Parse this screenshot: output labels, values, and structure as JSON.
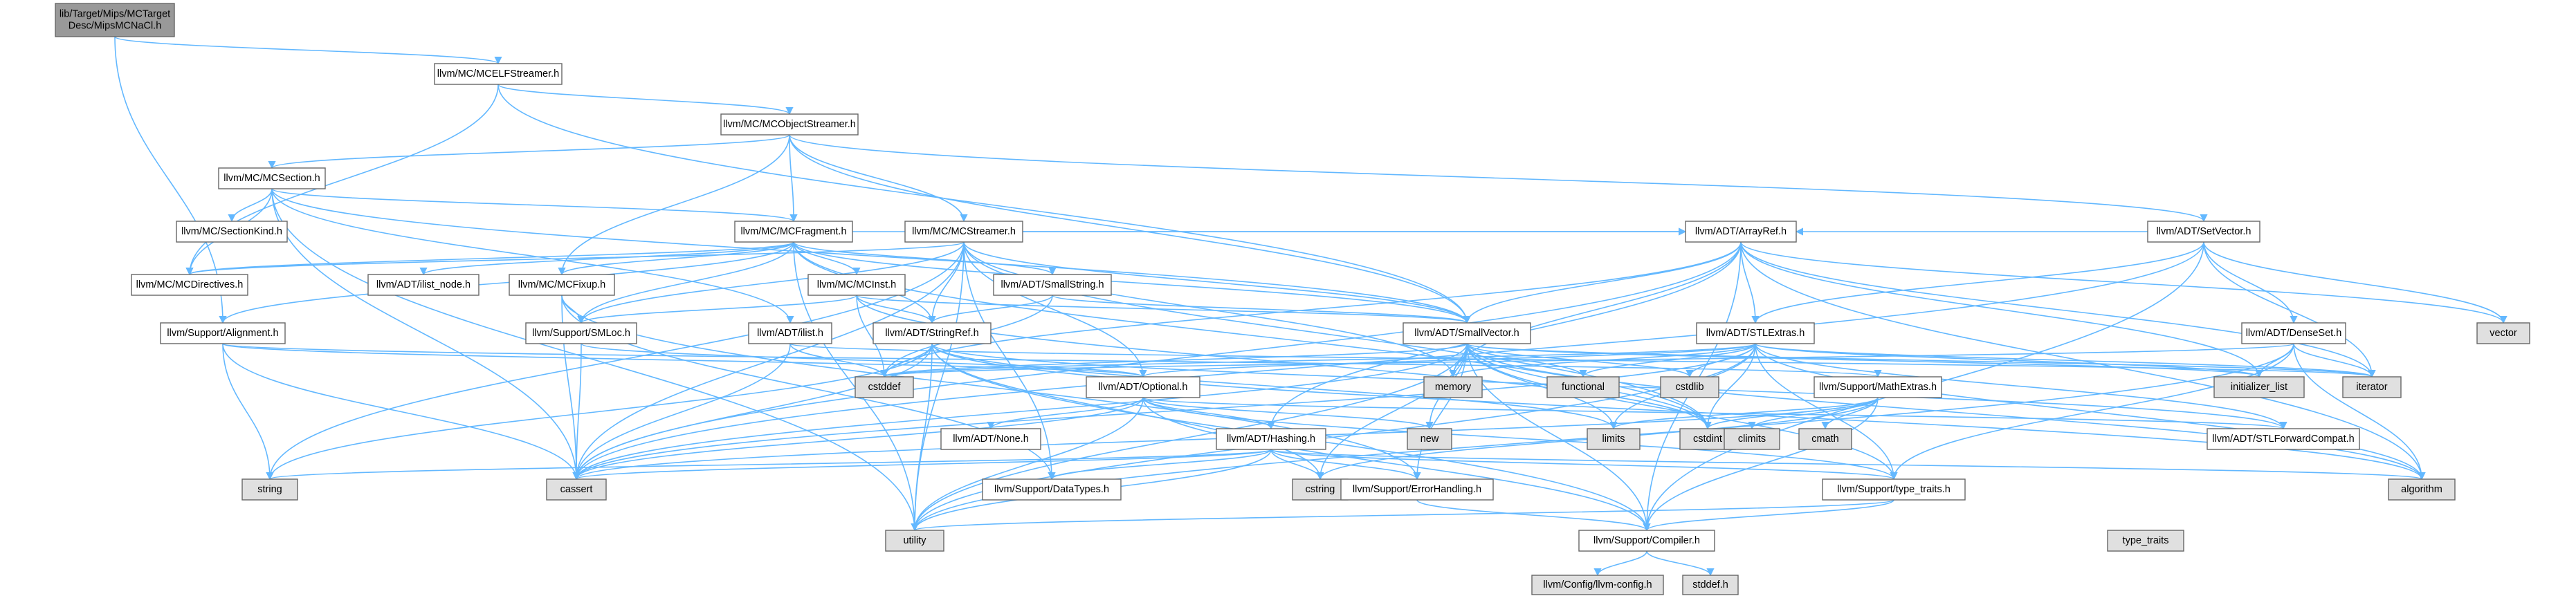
{
  "colors": {
    "edge": "#63b8ff",
    "node_fill": "#ffffff",
    "node_stroke": "#666666",
    "root_fill": "#999999",
    "missing_fill": "#e0e0e0",
    "missing_stroke": "#999999",
    "red_stroke": "#ff0000",
    "text": "#000000"
  },
  "nodes": [
    {
      "id": "root",
      "lines": [
        "lib/Target/Mips/MCTarget",
        "Desc/MipsMCNaCl.h"
      ],
      "kind": "root"
    },
    {
      "id": "mcelf",
      "lines": [
        "llvm/MC/MCELFStreamer.h"
      ],
      "kind": "normal"
    },
    {
      "id": "mcobj",
      "lines": [
        "llvm/MC/MCObjectStreamer.h"
      ],
      "kind": "normal"
    },
    {
      "id": "mcsection",
      "lines": [
        "llvm/MC/MCSection.h"
      ],
      "kind": "normal"
    },
    {
      "id": "mcfragment",
      "lines": [
        "llvm/MC/MCFragment.h"
      ],
      "kind": "normal"
    },
    {
      "id": "mcstreamer",
      "lines": [
        "llvm/MC/MCStreamer.h"
      ],
      "kind": "red"
    },
    {
      "id": "setvector",
      "lines": [
        "llvm/ADT/SetVector.h"
      ],
      "kind": "normal"
    },
    {
      "id": "sectionkind",
      "lines": [
        "llvm/MC/SectionKind.h"
      ],
      "kind": "normal"
    },
    {
      "id": "mcdirectives",
      "lines": [
        "llvm/MC/MCDirectives.h"
      ],
      "kind": "normal"
    },
    {
      "id": "ilistnode",
      "lines": [
        "llvm/ADT/ilist_node.h"
      ],
      "kind": "red"
    },
    {
      "id": "mcfixup",
      "lines": [
        "llvm/MC/MCFixup.h"
      ],
      "kind": "normal"
    },
    {
      "id": "mcinst",
      "lines": [
        "llvm/MC/MCInst.h"
      ],
      "kind": "red"
    },
    {
      "id": "smallstring",
      "lines": [
        "llvm/ADT/SmallString.h"
      ],
      "kind": "normal"
    },
    {
      "id": "arrayref",
      "lines": [
        "llvm/ADT/ArrayRef.h"
      ],
      "kind": "red"
    },
    {
      "id": "alignment",
      "lines": [
        "llvm/Support/Alignment.h"
      ],
      "kind": "normal"
    },
    {
      "id": "smloc",
      "lines": [
        "llvm/Support/SMLoc.h"
      ],
      "kind": "normal"
    },
    {
      "id": "ilist",
      "lines": [
        "llvm/ADT/ilist.h"
      ],
      "kind": "red"
    },
    {
      "id": "stringref",
      "lines": [
        "llvm/ADT/StringRef.h"
      ],
      "kind": "red"
    },
    {
      "id": "smallvector",
      "lines": [
        "llvm/ADT/SmallVector.h"
      ],
      "kind": "normal"
    },
    {
      "id": "stlextras",
      "lines": [
        "llvm/ADT/STLExtras.h"
      ],
      "kind": "red"
    },
    {
      "id": "denseset",
      "lines": [
        "llvm/ADT/DenseSet.h"
      ],
      "kind": "red"
    },
    {
      "id": "vector",
      "lines": [
        "vector"
      ],
      "kind": "missing"
    },
    {
      "id": "cstddef",
      "lines": [
        "cstddef"
      ],
      "kind": "missing"
    },
    {
      "id": "optional",
      "lines": [
        "llvm/ADT/Optional.h"
      ],
      "kind": "normal"
    },
    {
      "id": "memory",
      "lines": [
        "memory"
      ],
      "kind": "missing"
    },
    {
      "id": "functional",
      "lines": [
        "functional"
      ],
      "kind": "missing"
    },
    {
      "id": "cstdlib",
      "lines": [
        "cstdlib"
      ],
      "kind": "missing"
    },
    {
      "id": "initlist",
      "lines": [
        "initializer_list"
      ],
      "kind": "missing"
    },
    {
      "id": "iterator",
      "lines": [
        "iterator"
      ],
      "kind": "missing"
    },
    {
      "id": "mathextras",
      "lines": [
        "llvm/Support/MathExtras.h"
      ],
      "kind": "normal"
    },
    {
      "id": "none",
      "lines": [
        "llvm/ADT/None.h"
      ],
      "kind": "normal"
    },
    {
      "id": "hashing",
      "lines": [
        "llvm/ADT/Hashing.h"
      ],
      "kind": "red"
    },
    {
      "id": "new",
      "lines": [
        "new"
      ],
      "kind": "missing"
    },
    {
      "id": "limits",
      "lines": [
        "limits"
      ],
      "kind": "missing"
    },
    {
      "id": "cstdint",
      "lines": [
        "cstdint"
      ],
      "kind": "missing"
    },
    {
      "id": "climits",
      "lines": [
        "climits"
      ],
      "kind": "missing"
    },
    {
      "id": "cmath",
      "lines": [
        "cmath"
      ],
      "kind": "missing"
    },
    {
      "id": "stlfwd",
      "lines": [
        "llvm/ADT/STLForwardCompat.h"
      ],
      "kind": "normal"
    },
    {
      "id": "string",
      "lines": [
        "string"
      ],
      "kind": "missing"
    },
    {
      "id": "cassert",
      "lines": [
        "cassert"
      ],
      "kind": "missing"
    },
    {
      "id": "datatypes",
      "lines": [
        "llvm/Support/DataTypes.h"
      ],
      "kind": "red"
    },
    {
      "id": "cstring",
      "lines": [
        "cstring"
      ],
      "kind": "missing"
    },
    {
      "id": "errorhandling",
      "lines": [
        "llvm/Support/ErrorHandling.h"
      ],
      "kind": "normal"
    },
    {
      "id": "typetraits_llvm",
      "lines": [
        "llvm/Support/type_traits.h"
      ],
      "kind": "normal"
    },
    {
      "id": "algorithm",
      "lines": [
        "algorithm"
      ],
      "kind": "missing"
    },
    {
      "id": "utility",
      "lines": [
        "utility"
      ],
      "kind": "missing"
    },
    {
      "id": "compiler",
      "lines": [
        "llvm/Support/Compiler.h"
      ],
      "kind": "normal"
    },
    {
      "id": "typetraits",
      "lines": [
        "type_traits"
      ],
      "kind": "missing"
    },
    {
      "id": "llvmconfig",
      "lines": [
        "llvm/Config/llvm-config.h"
      ],
      "kind": "missing"
    },
    {
      "id": "stddef",
      "lines": [
        "stddef.h"
      ],
      "kind": "missing"
    }
  ],
  "edges": [
    [
      "root",
      "mcelf"
    ],
    [
      "root",
      "alignment"
    ],
    [
      "mcelf",
      "mcobj"
    ],
    [
      "mcelf",
      "mcdirectives"
    ],
    [
      "mcelf",
      "smallvector"
    ],
    [
      "mcobj",
      "mcsection"
    ],
    [
      "mcobj",
      "mcfragment"
    ],
    [
      "mcobj",
      "mcstreamer"
    ],
    [
      "mcobj",
      "setvector"
    ],
    [
      "mcobj",
      "mcfixup"
    ],
    [
      "mcobj",
      "smallvector"
    ],
    [
      "mcsection",
      "sectionkind"
    ],
    [
      "mcsection",
      "mcdirectives"
    ],
    [
      "mcsection",
      "mcfragment"
    ],
    [
      "mcsection",
      "ilist"
    ],
    [
      "mcsection",
      "smallvector"
    ],
    [
      "mcsection",
      "cassert"
    ],
    [
      "mcsection",
      "utility"
    ],
    [
      "mcfragment",
      "mcdirectives"
    ],
    [
      "mcfragment",
      "ilistnode"
    ],
    [
      "mcfragment",
      "mcfixup"
    ],
    [
      "mcfragment",
      "mcinst"
    ],
    [
      "mcfragment",
      "smallstring"
    ],
    [
      "mcfragment",
      "arrayref"
    ],
    [
      "mcfragment",
      "alignment"
    ],
    [
      "mcfragment",
      "smloc"
    ],
    [
      "mcfragment",
      "stringref"
    ],
    [
      "mcfragment",
      "smallvector"
    ],
    [
      "mcfragment",
      "cstdint"
    ],
    [
      "mcfragment",
      "utility"
    ],
    [
      "mcstreamer",
      "mcdirectives"
    ],
    [
      "mcstreamer",
      "arrayref"
    ],
    [
      "mcstreamer",
      "smallvector"
    ],
    [
      "mcstreamer",
      "stringref"
    ],
    [
      "mcstreamer",
      "optional"
    ],
    [
      "mcstreamer",
      "smloc"
    ],
    [
      "mcstreamer",
      "cassert"
    ],
    [
      "mcstreamer",
      "cstdint"
    ],
    [
      "mcstreamer",
      "memory"
    ],
    [
      "mcstreamer",
      "string"
    ],
    [
      "mcstreamer",
      "utility"
    ],
    [
      "mcstreamer",
      "datatypes"
    ],
    [
      "setvector",
      "arrayref"
    ],
    [
      "setvector",
      "denseset"
    ],
    [
      "setvector",
      "stlextras"
    ],
    [
      "setvector",
      "compiler"
    ],
    [
      "setvector",
      "cassert"
    ],
    [
      "setvector",
      "iterator"
    ],
    [
      "setvector",
      "vector"
    ],
    [
      "mcfixup",
      "smloc"
    ],
    [
      "mcfixup",
      "datatypes"
    ],
    [
      "mcfixup",
      "errorhandling"
    ],
    [
      "mcfixup",
      "cassert"
    ],
    [
      "mcinst",
      "smloc"
    ],
    [
      "mcinst",
      "stringref"
    ],
    [
      "mcinst",
      "smallvector"
    ],
    [
      "mcinst",
      "cstddef"
    ],
    [
      "mcinst",
      "cstdint"
    ],
    [
      "smallstring",
      "stringref"
    ],
    [
      "smallstring",
      "smallvector"
    ],
    [
      "smallstring",
      "cstddef"
    ],
    [
      "arrayref",
      "hashing"
    ],
    [
      "arrayref",
      "smallvector"
    ],
    [
      "arrayref",
      "stlextras"
    ],
    [
      "arrayref",
      "compiler"
    ],
    [
      "arrayref",
      "algorithm"
    ],
    [
      "arrayref",
      "array"
    ],
    [
      "arrayref",
      "cassert"
    ],
    [
      "arrayref",
      "cstddef"
    ],
    [
      "arrayref",
      "initlist"
    ],
    [
      "arrayref",
      "iterator"
    ],
    [
      "arrayref",
      "memory"
    ],
    [
      "arrayref",
      "type_traits"
    ],
    [
      "arrayref",
      "vector"
    ],
    [
      "alignment",
      "mathextras"
    ],
    [
      "alignment",
      "cassert"
    ],
    [
      "alignment",
      "optional"
    ],
    [
      "alignment",
      "string"
    ],
    [
      "smloc",
      "optional"
    ],
    [
      "smloc",
      "cassert"
    ],
    [
      "ilist",
      "cassert"
    ],
    [
      "ilist",
      "cstddef"
    ],
    [
      "ilist",
      "iterator"
    ],
    [
      "stringref",
      "stlfwd"
    ],
    [
      "stringref",
      "compiler"
    ],
    [
      "stringref",
      "algorithm"
    ],
    [
      "stringref",
      "cassert"
    ],
    [
      "stringref",
      "cstddef"
    ],
    [
      "stringref",
      "cstring"
    ],
    [
      "stringref",
      "limits"
    ],
    [
      "stringref",
      "string"
    ],
    [
      "stringref",
      "type_traits"
    ],
    [
      "stringref",
      "utility"
    ],
    [
      "smallvector",
      "compiler"
    ],
    [
      "smallvector",
      "errorhandling"
    ],
    [
      "smallvector",
      "typetraits_llvm"
    ],
    [
      "smallvector",
      "algorithm"
    ],
    [
      "smallvector",
      "cassert"
    ],
    [
      "smallvector",
      "cstddef"
    ],
    [
      "smallvector",
      "cstdlib"
    ],
    [
      "smallvector",
      "cstring"
    ],
    [
      "smallvector",
      "functional"
    ],
    [
      "smallvector",
      "initlist"
    ],
    [
      "smallvector",
      "iterator"
    ],
    [
      "smallvector",
      "limits"
    ],
    [
      "smallvector",
      "memory"
    ],
    [
      "smallvector",
      "new"
    ],
    [
      "smallvector",
      "type_traits"
    ],
    [
      "smallvector",
      "utility"
    ],
    [
      "smallvector",
      "cstdint"
    ],
    [
      "stlextras",
      "optional"
    ],
    [
      "stlextras",
      "stlfwd"
    ],
    [
      "stlextras",
      "typetraits_llvm"
    ],
    [
      "stlextras",
      "algorithm"
    ],
    [
      "stlextras",
      "cassert"
    ],
    [
      "stlextras",
      "cstddef"
    ],
    [
      "stlextras",
      "cstdint"
    ],
    [
      "stlextras",
      "cstdlib"
    ],
    [
      "stlextras",
      "functional"
    ],
    [
      "stlextras",
      "initlist"
    ],
    [
      "stlextras",
      "iterator"
    ],
    [
      "stlextras",
      "limits"
    ],
    [
      "stlextras",
      "memory"
    ],
    [
      "stlextras",
      "type_traits"
    ],
    [
      "stlextras",
      "utility"
    ],
    [
      "denseset",
      "typetraits_llvm"
    ],
    [
      "denseset",
      "algorithm"
    ],
    [
      "denseset",
      "cstddef"
    ],
    [
      "denseset",
      "initlist"
    ],
    [
      "denseset",
      "iterator"
    ],
    [
      "denseset",
      "utility"
    ],
    [
      "optional",
      "none"
    ],
    [
      "optional",
      "hashing"
    ],
    [
      "optional",
      "stlfwd"
    ],
    [
      "optional",
      "compiler"
    ],
    [
      "optional",
      "typetraits_llvm"
    ],
    [
      "optional",
      "cassert"
    ],
    [
      "optional",
      "new"
    ],
    [
      "optional",
      "utility"
    ],
    [
      "mathextras",
      "compiler"
    ],
    [
      "mathextras",
      "cassert"
    ],
    [
      "mathextras",
      "climits"
    ],
    [
      "mathextras",
      "cmath"
    ],
    [
      "mathextras",
      "cstdint"
    ],
    [
      "mathextras",
      "cstring"
    ],
    [
      "mathextras",
      "limits"
    ],
    [
      "mathextras",
      "type_traits"
    ],
    [
      "hashing",
      "datatypes"
    ],
    [
      "hashing",
      "errorhandling"
    ],
    [
      "hashing",
      "typetraits_llvm"
    ],
    [
      "hashing",
      "algorithm"
    ],
    [
      "hashing",
      "cassert"
    ],
    [
      "hashing",
      "cstring"
    ],
    [
      "hashing",
      "string"
    ],
    [
      "hashing",
      "tuple"
    ],
    [
      "hashing",
      "utility"
    ],
    [
      "stlfwd",
      "type_traits"
    ],
    [
      "errorhandling",
      "compiler"
    ],
    [
      "typetraits_llvm",
      "compiler"
    ],
    [
      "typetraits_llvm",
      "type_traits"
    ],
    [
      "typetraits_llvm",
      "utility"
    ],
    [
      "compiler",
      "llvmconfig"
    ],
    [
      "compiler",
      "stddef"
    ]
  ]
}
